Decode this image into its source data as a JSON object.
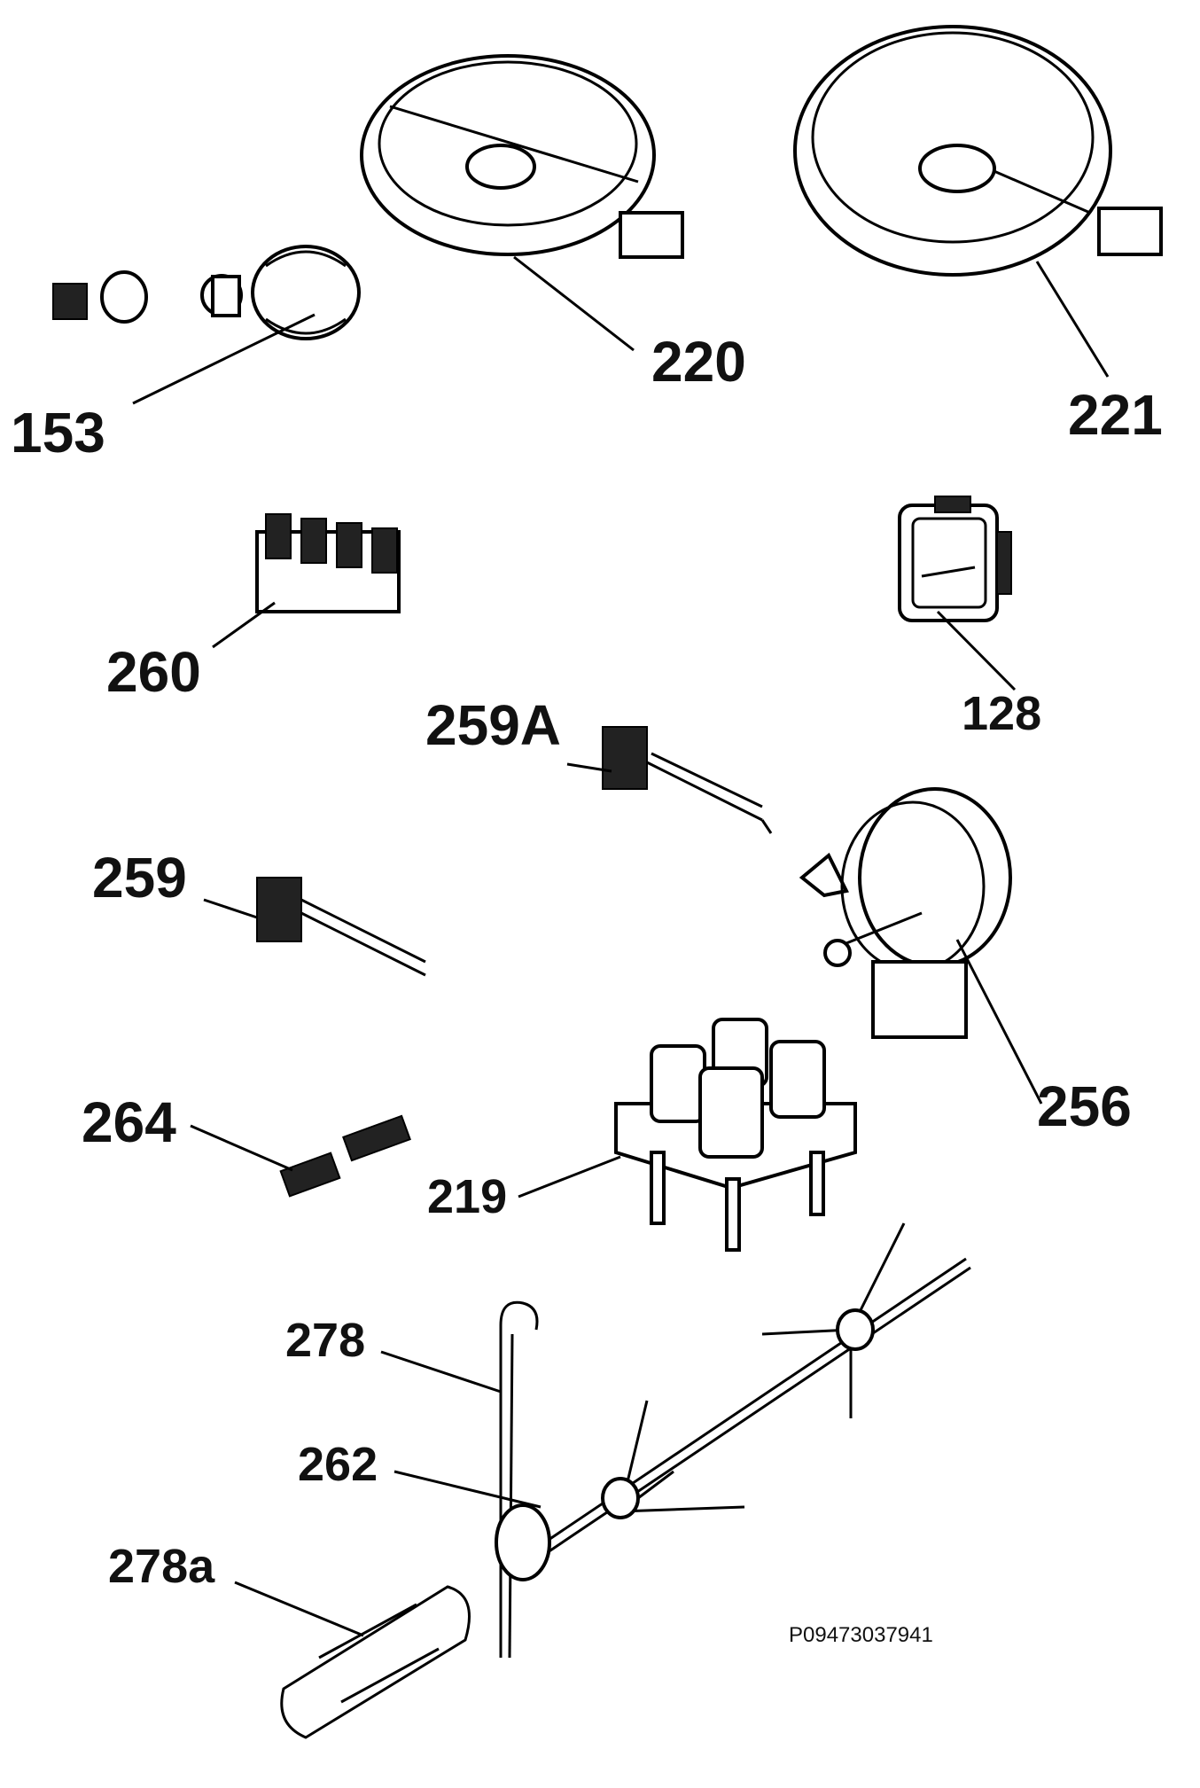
{
  "labels": {
    "p153": "153",
    "p220": "220",
    "p221": "221",
    "p260": "260",
    "p128": "128",
    "p259a": "259A",
    "p259": "259",
    "p256": "256",
    "p264": "264",
    "p219": "219",
    "p278": "278",
    "p262": "262",
    "p278a": "278a"
  },
  "reference_code": "P09473037941"
}
